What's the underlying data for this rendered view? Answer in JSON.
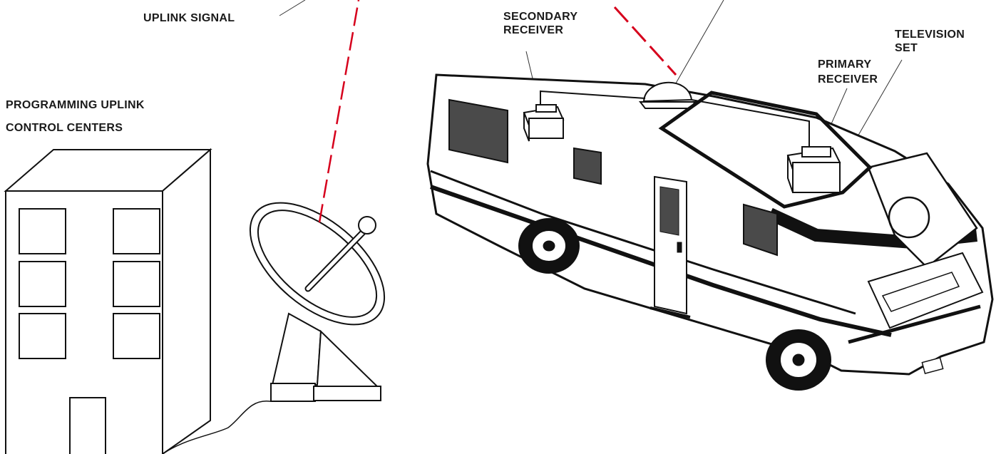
{
  "labels": {
    "uplink_signal": "UPLINK SIGNAL",
    "uplink_centers_line1": "PROGRAMMING UPLINK",
    "uplink_centers_line2": "CONTROL CENTERS",
    "secondary_receiver_line1": "SECONDARY",
    "secondary_receiver_line2": "RECEIVER",
    "primary_receiver_line1": "PRIMARY",
    "primary_receiver_line2": "RECEIVER",
    "television_set_line1": "TELEVISION",
    "television_set_line2": "SET"
  },
  "colors": {
    "signal": "#d6001c",
    "ink": "#111111",
    "text": "#1a1a1a"
  }
}
